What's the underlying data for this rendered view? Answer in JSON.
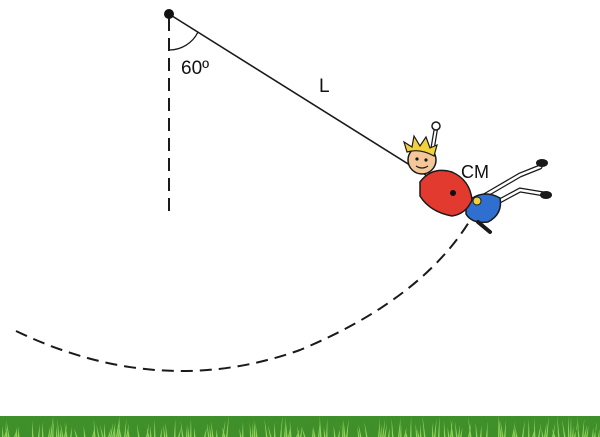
{
  "diagram": {
    "angle_label": "60º",
    "length_label": "L",
    "center_of_mass_label": "CM"
  },
  "colors": {
    "line": "#1a1a1a",
    "shirt": "#e23a2f",
    "seat": "#2f6fd0",
    "hair": "#f2d23a",
    "skin": "#f4c79a",
    "grass_dark": "#3f8f2a",
    "grass_light": "#8fd15a"
  }
}
